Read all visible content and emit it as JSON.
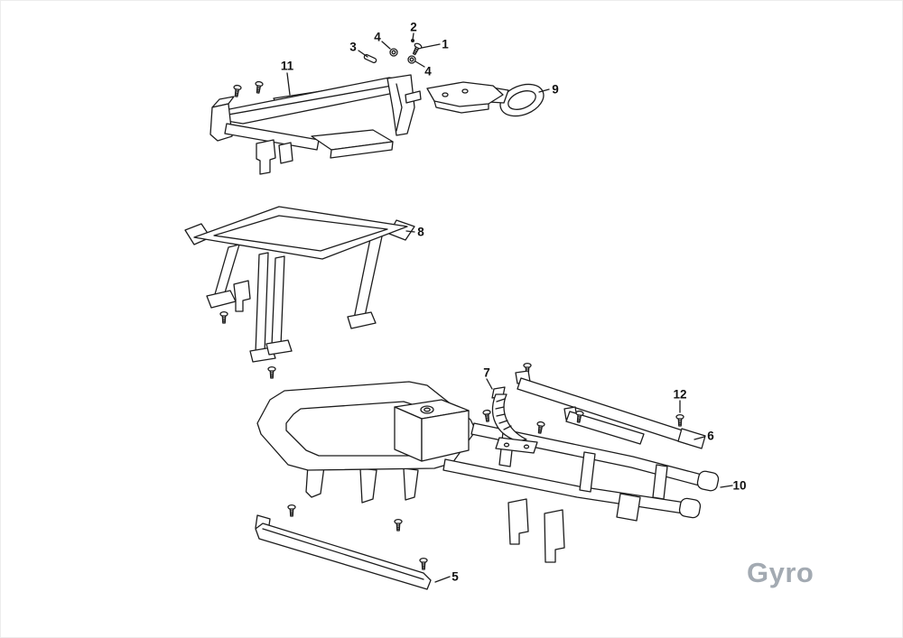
{
  "diagram": {
    "watermark": "Gyro",
    "callouts": [
      {
        "label": "1"
      },
      {
        "label": "2"
      },
      {
        "label": "3"
      },
      {
        "label": "4"
      },
      {
        "label": "4"
      },
      {
        "label": "5"
      },
      {
        "label": "6"
      },
      {
        "label": "7"
      },
      {
        "label": "8"
      },
      {
        "label": "9"
      },
      {
        "label": "10"
      },
      {
        "label": "11"
      },
      {
        "label": "12"
      }
    ]
  }
}
